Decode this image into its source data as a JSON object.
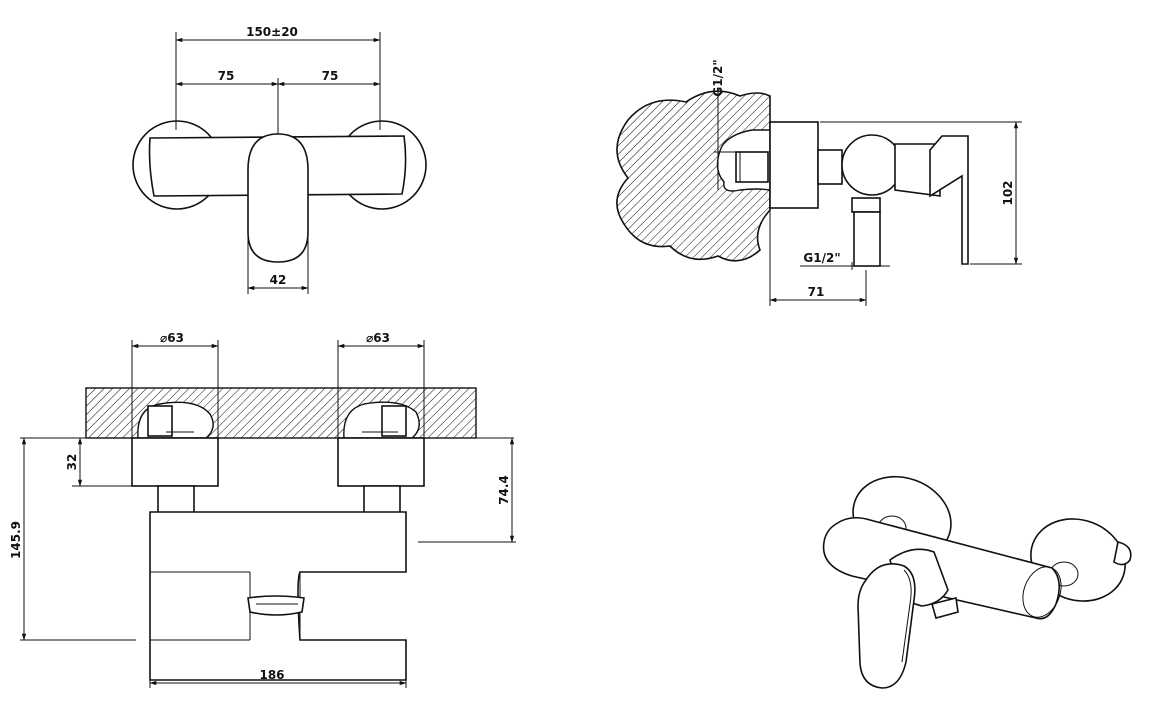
{
  "top_view": {
    "overall_dim": "150±20",
    "left_half_dim": "75",
    "right_half_dim": "75",
    "handle_width_dim": "42"
  },
  "side_view": {
    "inlet_thread_label": "G1/2\"",
    "outlet_thread_label": "G1/2\"",
    "height_dim": "102",
    "projection_dim": "71"
  },
  "front_view": {
    "left_diameter_dim": "⌀63",
    "right_diameter_dim": "⌀63",
    "depth_dim": "32",
    "outlet_height_dim": "74.4",
    "overall_height_dim": "145.9",
    "body_width_dim": "186"
  }
}
